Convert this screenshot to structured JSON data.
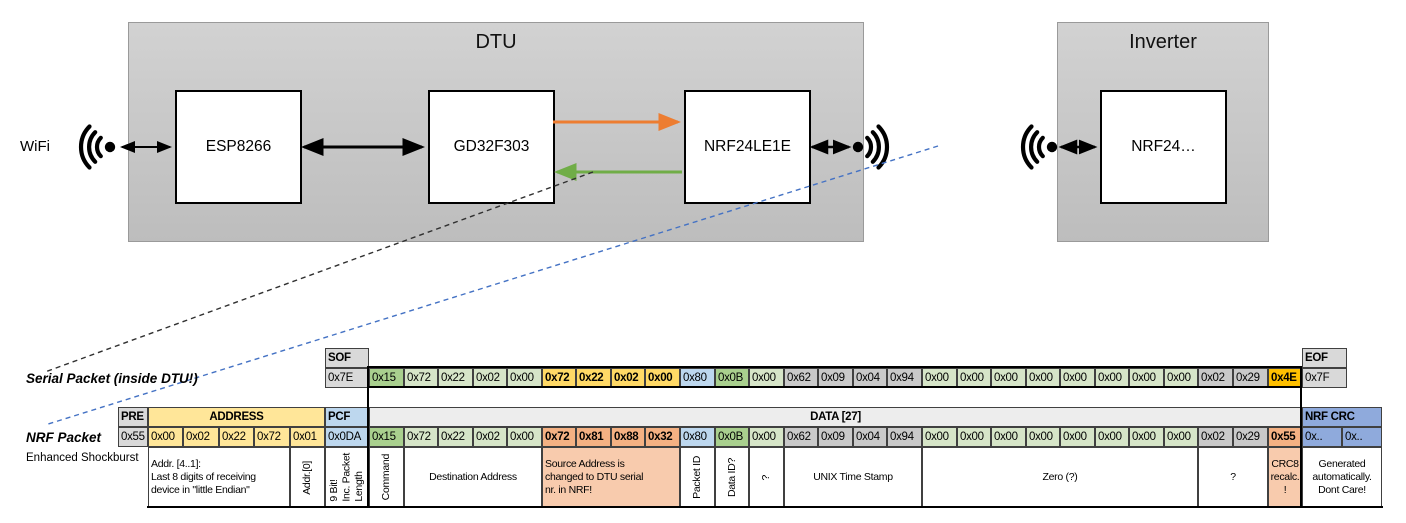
{
  "diagram": {
    "wifi_label": "WiFi",
    "dtu": {
      "title": "DTU",
      "components": [
        "ESP8266",
        "GD32F303",
        "NRF24LE1E"
      ]
    },
    "inverter": {
      "title": "Inverter",
      "components": [
        "NRF24…"
      ]
    }
  },
  "serial_packet": {
    "label": "Serial Packet (inside DTU!)",
    "sof": {
      "header": "SOF",
      "value": "0x7E"
    },
    "eof": {
      "header": "EOF",
      "value": "0x7F"
    },
    "bytes": [
      {
        "v": "0x15",
        "c": "gm"
      },
      {
        "v": "0x72",
        "c": "gl"
      },
      {
        "v": "0x22",
        "c": "gl"
      },
      {
        "v": "0x02",
        "c": "gl"
      },
      {
        "v": "0x00",
        "c": "gl"
      },
      {
        "v": "0x72",
        "c": "gold"
      },
      {
        "v": "0x22",
        "c": "gold"
      },
      {
        "v": "0x02",
        "c": "gold"
      },
      {
        "v": "0x00",
        "c": "gold"
      },
      {
        "v": "0x80",
        "c": "blue"
      },
      {
        "v": "0x0B",
        "c": "gm"
      },
      {
        "v": "0x00",
        "c": "gl"
      },
      {
        "v": "0x62",
        "c": "gray"
      },
      {
        "v": "0x09",
        "c": "gray"
      },
      {
        "v": "0x04",
        "c": "gray"
      },
      {
        "v": "0x94",
        "c": "gray"
      },
      {
        "v": "0x00",
        "c": "gl"
      },
      {
        "v": "0x00",
        "c": "gl"
      },
      {
        "v": "0x00",
        "c": "gl"
      },
      {
        "v": "0x00",
        "c": "gl"
      },
      {
        "v": "0x00",
        "c": "gl"
      },
      {
        "v": "0x00",
        "c": "gl"
      },
      {
        "v": "0x00",
        "c": "gl"
      },
      {
        "v": "0x00",
        "c": "gl"
      },
      {
        "v": "0x02",
        "c": "gray"
      },
      {
        "v": "0x29",
        "c": "gray"
      },
      {
        "v": "0x4E",
        "c": "amber"
      }
    ]
  },
  "nrf_packet": {
    "label": "NRF Packet",
    "sublabel": "Enhanced Shockburst",
    "headers": {
      "pre": "PRE",
      "address": "ADDRESS",
      "pcf": "PCF",
      "data": "DATA [27]",
      "crc": "NRF CRC"
    },
    "pre_value": "0x55",
    "address_bytes": [
      {
        "v": "0x00",
        "c": "yellow"
      },
      {
        "v": "0x02",
        "c": "yellow"
      },
      {
        "v": "0x22",
        "c": "yellow"
      },
      {
        "v": "0x72",
        "c": "yellow"
      },
      {
        "v": "0x01",
        "c": "yellow"
      }
    ],
    "pcf_value": "0x0DA",
    "data_bytes": [
      {
        "v": "0x15",
        "c": "gm"
      },
      {
        "v": "0x72",
        "c": "gl"
      },
      {
        "v": "0x22",
        "c": "gl"
      },
      {
        "v": "0x02",
        "c": "gl"
      },
      {
        "v": "0x00",
        "c": "gl"
      },
      {
        "v": "0x72",
        "c": "salmon"
      },
      {
        "v": "0x81",
        "c": "salmon"
      },
      {
        "v": "0x88",
        "c": "salmon"
      },
      {
        "v": "0x32",
        "c": "salmon"
      },
      {
        "v": "0x80",
        "c": "blue"
      },
      {
        "v": "0x0B",
        "c": "gm"
      },
      {
        "v": "0x00",
        "c": "gl"
      },
      {
        "v": "0x62",
        "c": "gray"
      },
      {
        "v": "0x09",
        "c": "gray"
      },
      {
        "v": "0x04",
        "c": "gray"
      },
      {
        "v": "0x94",
        "c": "gray"
      },
      {
        "v": "0x00",
        "c": "gl"
      },
      {
        "v": "0x00",
        "c": "gl"
      },
      {
        "v": "0x00",
        "c": "gl"
      },
      {
        "v": "0x00",
        "c": "gl"
      },
      {
        "v": "0x00",
        "c": "gl"
      },
      {
        "v": "0x00",
        "c": "gl"
      },
      {
        "v": "0x00",
        "c": "gl"
      },
      {
        "v": "0x00",
        "c": "gl"
      },
      {
        "v": "0x02",
        "c": "gray"
      },
      {
        "v": "0x29",
        "c": "gray"
      },
      {
        "v": "0x55",
        "c": "salmon"
      }
    ],
    "crc_bytes": [
      {
        "v": "0x..",
        "c": "crc"
      },
      {
        "v": "0x..",
        "c": "crc"
      }
    ],
    "annotations": [
      {
        "id": "addr-note",
        "area": "addr",
        "from": 0,
        "span": 4,
        "text": "Addr. [4..1]:\nLast 8 digits of receiving\ndevice in \"little Endian\"",
        "align": "left"
      },
      {
        "id": "addr0-note",
        "area": "addr",
        "from": 4,
        "span": 1,
        "text": "Addr.[0]",
        "rot": true
      },
      {
        "id": "pcf-note",
        "area": "pcf",
        "from": 0,
        "span": 1,
        "text": "9 Bit!\nInc. Packet\nLength",
        "rot": true
      },
      {
        "id": "command-note",
        "area": "data",
        "from": 0,
        "span": 1,
        "text": "Command",
        "rot": true
      },
      {
        "id": "dest-note",
        "area": "data",
        "from": 1,
        "span": 4,
        "text": "Destination Address"
      },
      {
        "id": "src-note",
        "area": "data",
        "from": 5,
        "span": 4,
        "text": "Source Address is\nchanged to DTU serial\nnr. in NRF!",
        "align": "left",
        "bg": "salmonlt"
      },
      {
        "id": "packet-id-note",
        "area": "data",
        "from": 9,
        "span": 1,
        "text": "Packet ID",
        "rot": true
      },
      {
        "id": "data-id-note",
        "area": "data",
        "from": 10,
        "span": 1,
        "text": "Data ID?",
        "rot": true
      },
      {
        "id": "q1-note",
        "area": "data",
        "from": 11,
        "span": 1,
        "text": "?",
        "rot": true
      },
      {
        "id": "unix-note",
        "area": "data",
        "from": 12,
        "span": 4,
        "text": "UNIX Time Stamp"
      },
      {
        "id": "zero-note",
        "area": "data",
        "from": 16,
        "span": 8,
        "text": "Zero (?)"
      },
      {
        "id": "q2-note",
        "area": "data",
        "from": 24,
        "span": 2,
        "text": "?"
      },
      {
        "id": "crc8-note",
        "area": "data",
        "from": 26,
        "span": 1,
        "text": "CRC8\nrecalc.\n!",
        "bg": "salmonlt"
      },
      {
        "id": "gen-note",
        "area": "crc",
        "from": 0,
        "span": 2,
        "text": "Generated\nautomatically.\nDont Care!"
      }
    ]
  },
  "colors": {
    "accent_orange": "#ED7D31",
    "accent_green": "#70AD47",
    "dashed_blue": "#4472C4",
    "cell_green_medium": "#A9D08E",
    "cell_green_light": "#D6E5C8",
    "cell_gold": "#FFD966",
    "cell_amber": "#FFC000",
    "cell_blue": "#BDD7EE",
    "cell_salmon": "#F4B183",
    "cell_salmon_light": "#F8CBAD",
    "cell_yellow": "#FFE699",
    "cell_gray": "#C9C9C9",
    "cell_header_gray": "#D9D9D9",
    "crc_blue": "#8FAADC"
  }
}
